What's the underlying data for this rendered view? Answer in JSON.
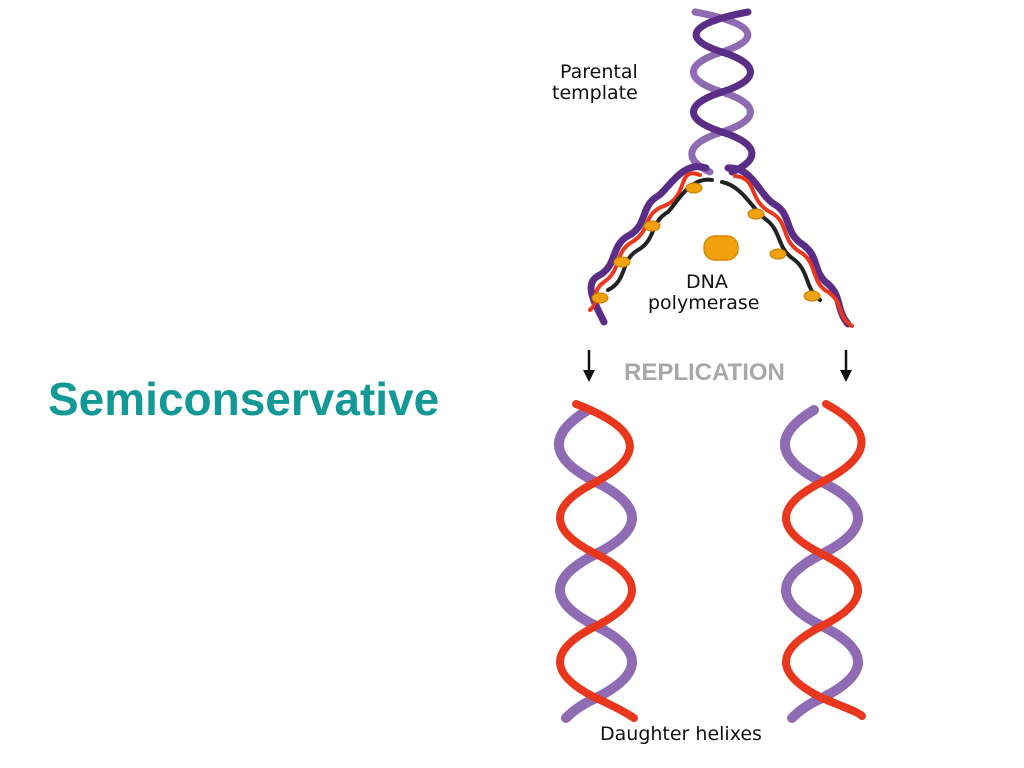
{
  "slide": {
    "title": "Semiconservative"
  },
  "diagram": {
    "label_parental_line1": "Parental",
    "label_parental_line2": "template",
    "label_polymerase_line1": "DNA",
    "label_polymerase_line2": "polymerase",
    "label_replication": "REPLICATION",
    "label_daughter": "Daughter helixes",
    "colors": {
      "title": "#129896",
      "parental_strand": "#5a2d87",
      "parental_strand_light": "#8e6bb3",
      "new_strand": "#e8371c",
      "polymerase": "#f3a20f",
      "dark_strand": "#222222",
      "replication_text": "#a8a8a8"
    }
  }
}
